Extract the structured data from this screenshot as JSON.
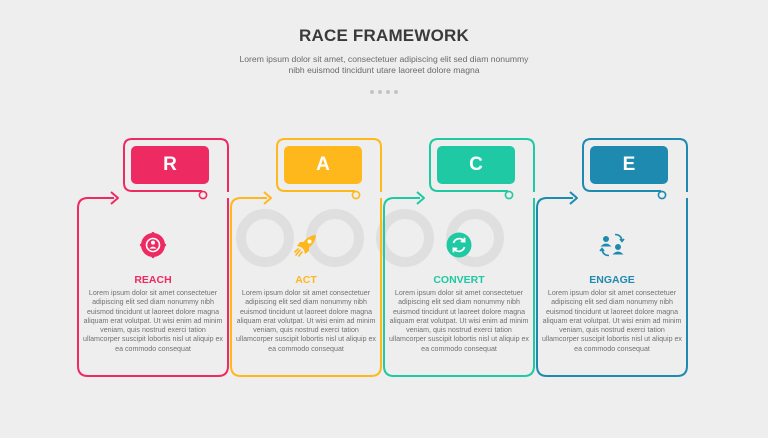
{
  "title": "RACE FRAMEWORK",
  "subtitle": "Lorem ipsum dolor sit amet, consectetuer adipiscing elit sed diam nonummy nibh euismod tincidunt utare laoreet dolore magna",
  "steps": [
    {
      "letter": "R",
      "label": "REACH",
      "color": "#ee2a62",
      "icon": "team-target-icon",
      "desc": "Lorem ipsum dolor sit amet consectetuer adipiscing elit sed diam nonummy nibh euismod tincidunt ut laoreet dolore magna aliquam erat volutpat. Ut wisi enim ad minim veniam, quis nostrud exerci tation ullamcorper suscipit lobortis nisl ut aliquip ex ea commodo consequat"
    },
    {
      "letter": "A",
      "label": "ACT",
      "color": "#ffb81c",
      "icon": "rocket-icon",
      "desc": "Lorem ipsum dolor sit amet consectetuer adipiscing elit sed diam nonummy nibh euismod tincidunt ut laoreet dolore magna aliquam erat volutpat. Ut wisi enim ad minim veniam, quis nostrud exerci tation ullamcorper suscipit lobortis nisl ut aliquip ex ea commodo consequat"
    },
    {
      "letter": "C",
      "label": "CONVERT",
      "color": "#1ec9a3",
      "icon": "convert-cycle-icon",
      "desc": "Lorem ipsum dolor sit amet consectetuer adipiscing elit sed diam nonummy nibh euismod tincidunt ut laoreet dolore magna aliquam erat volutpat. Ut wisi enim ad minim veniam, quis nostrud exerci tation ullamcorper suscipit lobortis nisl ut aliquip ex ea commodo consequat"
    },
    {
      "letter": "E",
      "label": "ENGAGE",
      "color": "#1f8ab0",
      "icon": "engage-people-icon",
      "desc": "Lorem ipsum dolor sit amet consectetuer adipiscing elit sed diam nonummy nibh euismod tincidunt ut laoreet dolore magna aliquam erat volutpat. Ut wisi enim ad minim veniam, quis nostrud exerci tation ullamcorper suscipit lobortis nisl ut aliquip ex ea commodo consequat"
    }
  ]
}
